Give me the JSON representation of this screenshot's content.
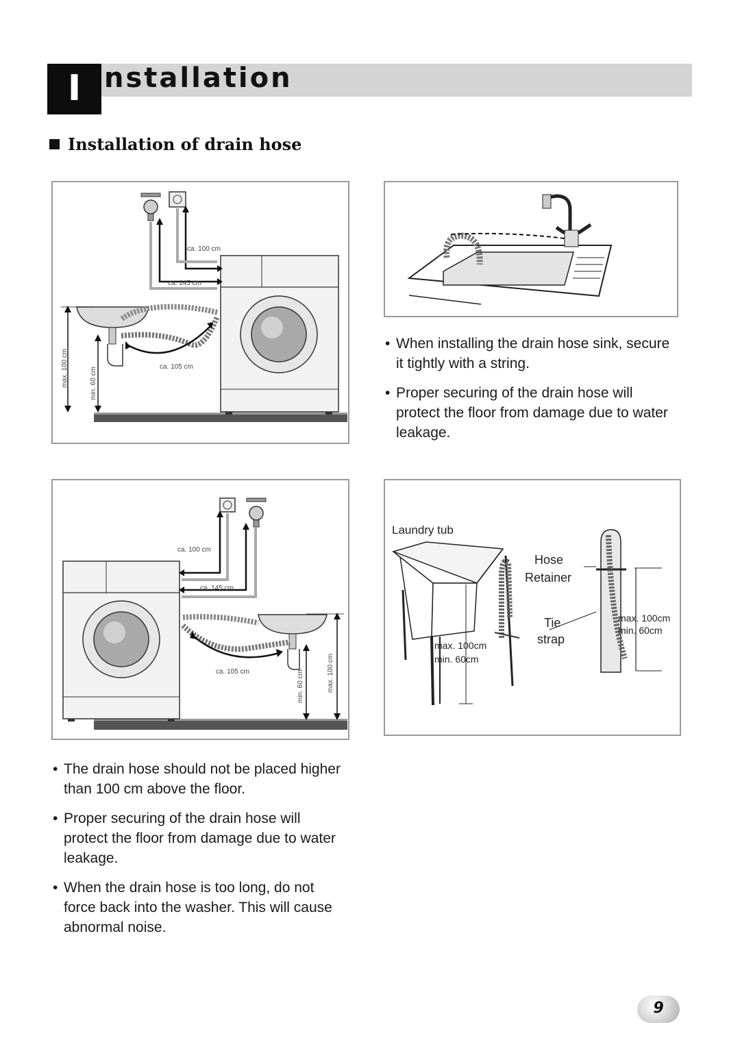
{
  "header": {
    "letter": "I",
    "rest": "nstallation"
  },
  "section": {
    "title": "Installation of drain hose"
  },
  "figure1": {
    "label_100": "ca. 100 cm",
    "label_145": "ca. 145 cm",
    "label_105": "ca. 105 cm",
    "max": "max. 100 cm",
    "min": "min. 60 cm"
  },
  "figure3": {
    "label_100": "ca. 100 cm",
    "label_145": "ca. 145 cm",
    "label_105": "ca. 105 cm",
    "max": "max. 100 cm",
    "min": "min. 60 cm"
  },
  "figure4": {
    "laundry_tub": "Laundry tub",
    "hose": "Hose",
    "retainer": "Retainer",
    "tie": "Tie",
    "strap": "strap",
    "max_left": "max. 100cm",
    "min_left": "min. 60cm",
    "max_right": "max. 100cm",
    "min_right": "min. 60cm"
  },
  "bullets_right": [
    "When installing the drain hose sink, secure it tightly with a string.",
    "Proper securing of the drain hose will protect the floor from damage due to water leakage."
  ],
  "bullets_left": [
    "The drain hose should not be placed higher than 100 cm above the floor.",
    "Proper securing of the drain hose will protect the floor from damage due to water leakage.",
    "When the drain hose is too long, do not force back into the washer. This will cause abnormal noise."
  ],
  "page_number": "9"
}
